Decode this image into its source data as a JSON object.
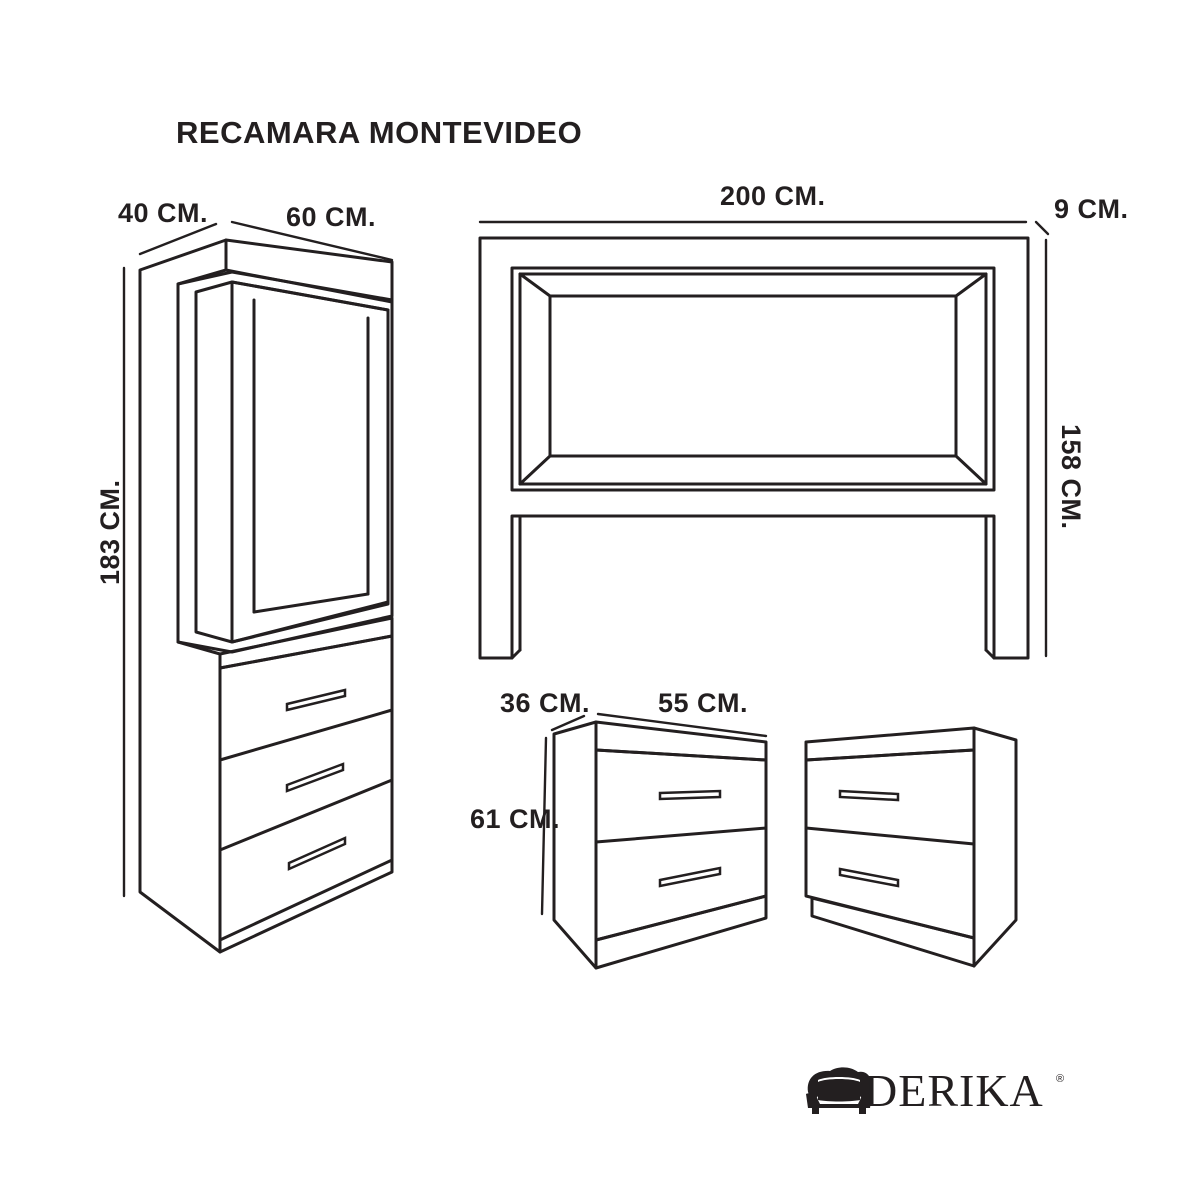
{
  "title": "RECAMARA MONTEVIDEO",
  "dimensions": {
    "wardrobe_depth": "40 CM.",
    "wardrobe_width": "60 CM.",
    "wardrobe_height": "183 CM.",
    "headboard_width": "200 CM.",
    "headboard_depth": "9 CM.",
    "headboard_height": "158 CM.",
    "nightstand_depth": "36 CM.",
    "nightstand_width": "55 CM.",
    "nightstand_height": "61 CM."
  },
  "brand": {
    "name": "DERIKA",
    "registered": "®",
    "logo_icon": "armchair-icon"
  },
  "colors": {
    "ink": "#231f20",
    "background": "#ffffff"
  }
}
